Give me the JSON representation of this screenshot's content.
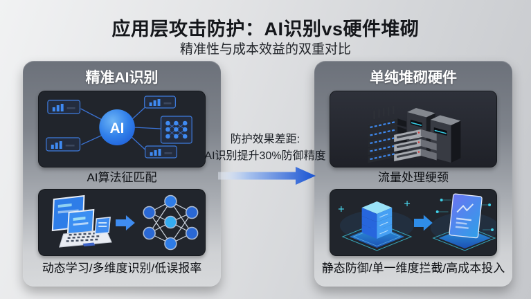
{
  "title": "应用层攻击防护：AI识别vs硬件堆砌",
  "subtitle": "精准性与成本效益的双重对比",
  "left_panel": {
    "header": "精准AI识别",
    "ai_core_label": "AI",
    "caption_top": "AI算法征匹配",
    "caption_bottom": "动态学习/多维度识别/低误报率"
  },
  "comparison": {
    "line1": "防护效果差距:",
    "line2": "AI识别提升30%防御精度"
  },
  "right_panel": {
    "header": "单纯堆砌硬件",
    "caption_top": "流量处理绠颈",
    "caption_bottom": "静态防御/单一维度拦截/高成本投入"
  },
  "icons": {
    "comparison_arrow": "right-arrow",
    "learning_arrow": "right-arrow",
    "upgrade_arrow": "right-arrow",
    "ai_core": "ai-circle",
    "neural_network": "node-graph",
    "servers": "server-rack"
  },
  "colors": {
    "accent_blue": "#2f7ff0",
    "arrow_blue": "#1953d2",
    "cyan_glow": "#3fd0e8",
    "card_dark": "#21252c",
    "panel_top": "#6c717a",
    "panel_bottom": "#d7d9db",
    "page_bg": "#dfe1e4",
    "title_text": "#15171b"
  }
}
